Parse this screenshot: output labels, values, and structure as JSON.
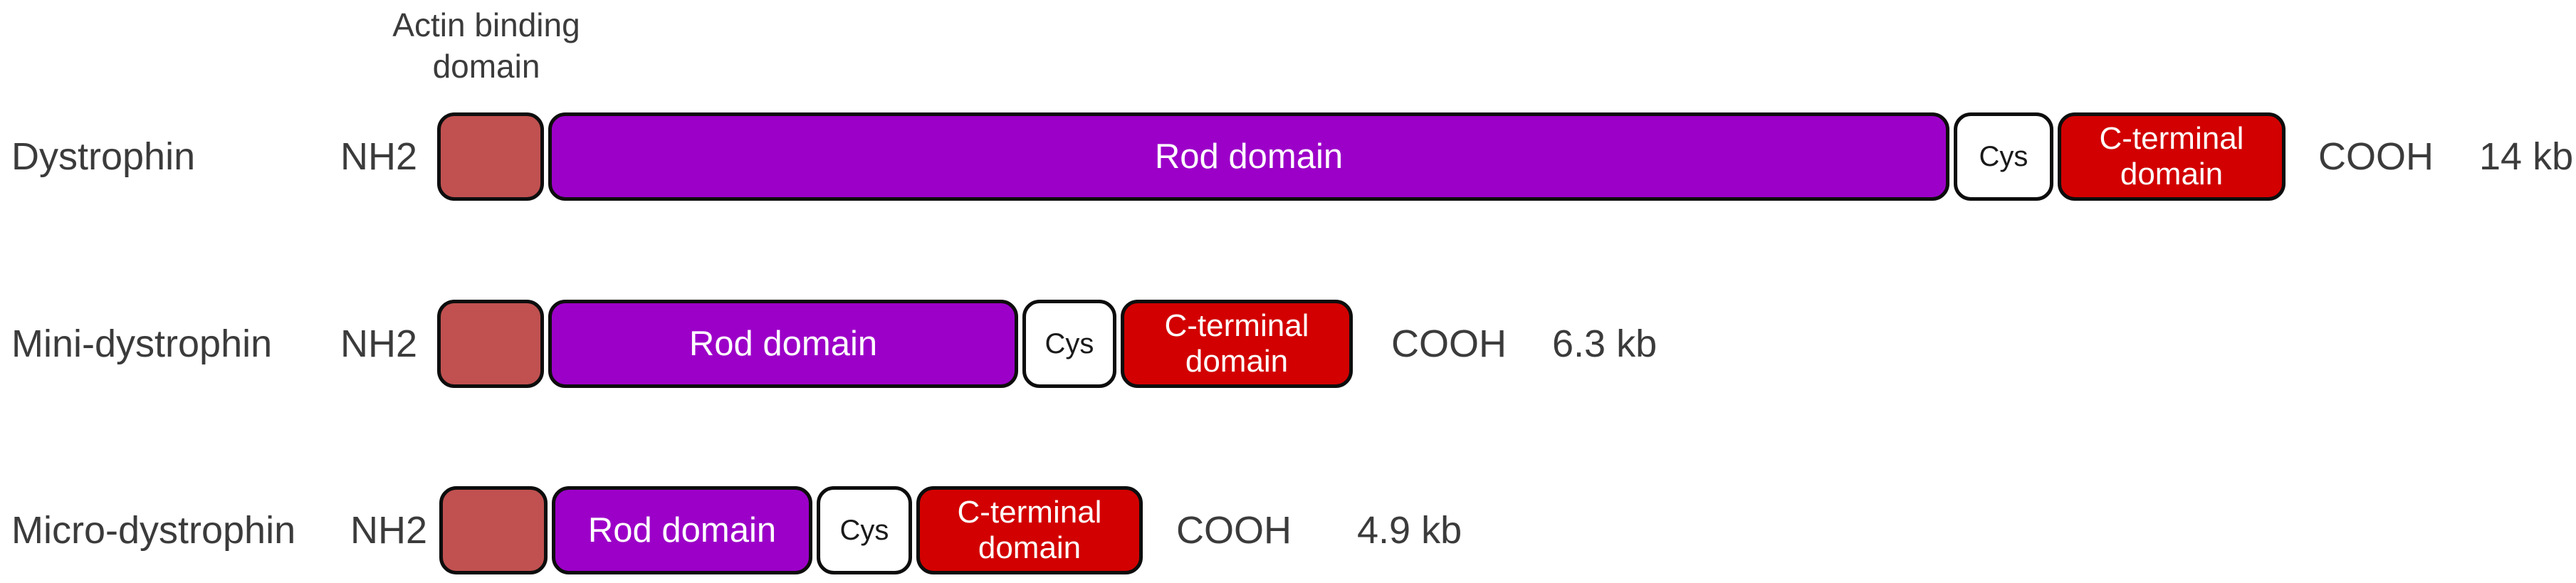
{
  "colors": {
    "actin": "#c05150",
    "rod": "#9c00c8",
    "cterm": "#d20000",
    "cys_bg": "#ffffff",
    "border": "#0d0d0d",
    "text": "#3b3b3b"
  },
  "annotation": {
    "line1": "Actin binding",
    "line2": "domain"
  },
  "rows": [
    {
      "name": "Dystrophin",
      "nh2": "NH2",
      "rod_label": "Rod domain",
      "cys_label": "Cys",
      "cterm_line1": "C-terminal",
      "cterm_line2": "domain",
      "cooh": "COOH",
      "size": "14 kb"
    },
    {
      "name": "Mini-dystrophin",
      "nh2": "NH2",
      "rod_label": "Rod domain",
      "cys_label": "Cys",
      "cterm_line1": "C-terminal",
      "cterm_line2": "domain",
      "cooh": "COOH",
      "size": "6.3 kb"
    },
    {
      "name": "Micro-dystrophin",
      "nh2": "NH2",
      "rod_label": "Rod domain",
      "cys_label": "Cys",
      "cterm_line1": "C-terminal",
      "cterm_line2": "domain",
      "cooh": "COOH",
      "size": "4.9 kb"
    }
  ]
}
